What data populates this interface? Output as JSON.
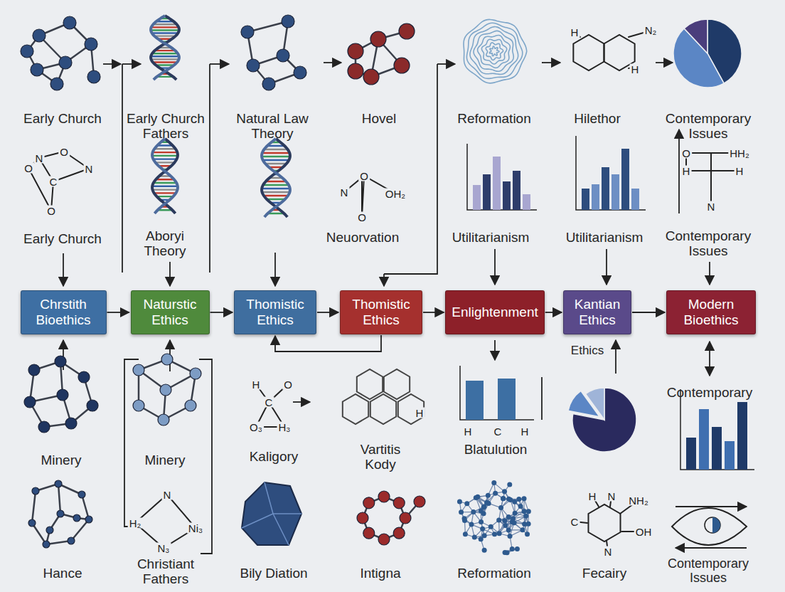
{
  "diagram": {
    "nodes": [
      {
        "text": [
          "Chrstith Bioethics"
        ]
      },
      {
        "text": [
          "Naturstic Ethics"
        ]
      },
      {
        "text": [
          "Thomistic Ethics"
        ]
      },
      {
        "text": [
          "Thomistic Ethics"
        ]
      },
      {
        "text": [
          "Enlightenment"
        ]
      },
      {
        "text": [
          "Kantian Ethics"
        ]
      },
      {
        "text": [
          "Modern Bioethics"
        ]
      }
    ],
    "edges": [
      {
        "from": 0,
        "to": 1,
        "arrow": "to"
      },
      {
        "from": 1,
        "to": 2,
        "arrow": "to"
      },
      {
        "from": 2,
        "to": 3,
        "arrow": "to"
      },
      {
        "from": 3,
        "to": 4,
        "arrow": "to"
      },
      {
        "from": 4,
        "to": 5,
        "arrow": "to"
      },
      {
        "from": 5,
        "to": 6,
        "arrow": "to"
      },
      {
        "from": 3,
        "to": 2,
        "arrow": "to"
      }
    ],
    "labels": [
      "H",
      "N₂",
      "H",
      "Early Church",
      "Early Church Fathers",
      "Natural Law Theory",
      "Hovel",
      "Reformation",
      "Hilethor",
      "Contemporary Issues",
      "N",
      "O",
      "O",
      "C",
      "N",
      "O",
      "O",
      "N",
      "OH₂",
      "O",
      "O",
      "HH₂",
      "H",
      "H",
      "N",
      "Early Church",
      "Aboryi Theory",
      "Neuorvation",
      "Utilitarianism",
      "Utilitarianism",
      "Contemporary Issues",
      "Ethics",
      "Contemporary",
      "H",
      "O",
      "C",
      "O₃",
      "H₃",
      "H",
      "H",
      "C",
      "H",
      "Minery",
      "Minery",
      "Kaligory",
      "Vartitis Kody",
      "Blatulution",
      "N",
      "H₂",
      "Ni₃",
      "N₃",
      "H",
      "N",
      "NH₂",
      "C",
      "OH",
      "N",
      "Hance",
      "Christiant Fathers",
      "Bily Diation",
      "Intigna",
      "Reformation",
      "Fecairy",
      "Contemporary Issues"
    ]
  }
}
